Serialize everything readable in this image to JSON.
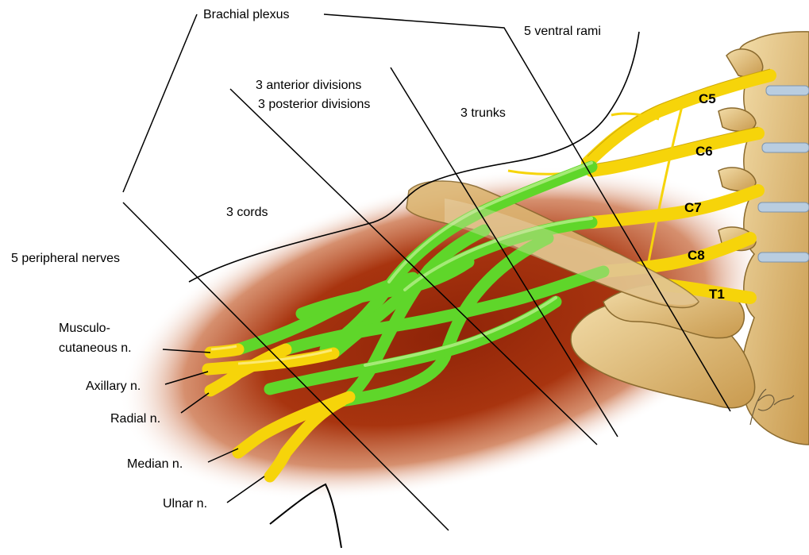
{
  "labels": {
    "brachial_plexus": "Brachial plexus",
    "ventral_rami": "5 ventral rami",
    "anterior_divisions": "3 anterior divisions",
    "posterior_divisions": "3 posterior divisions",
    "trunks": "3 trunks",
    "cords": "3 cords",
    "peripheral_nerves": "5 peripheral nerves"
  },
  "roots": [
    "C5",
    "C6",
    "C7",
    "C8",
    "T1"
  ],
  "nerves": {
    "musculo_line1": "Musculo-",
    "musculo_line2": "cutaneous n.",
    "axillary": "Axillary n.",
    "radial": "Radial n.",
    "median": "Median n.",
    "ulnar": "Ulnar n."
  },
  "colors": {
    "nerve_yellow": "#f6d40a",
    "plexus_green": "#5fd62a",
    "bone": "#dcb572",
    "background_red": "#a8300f"
  }
}
